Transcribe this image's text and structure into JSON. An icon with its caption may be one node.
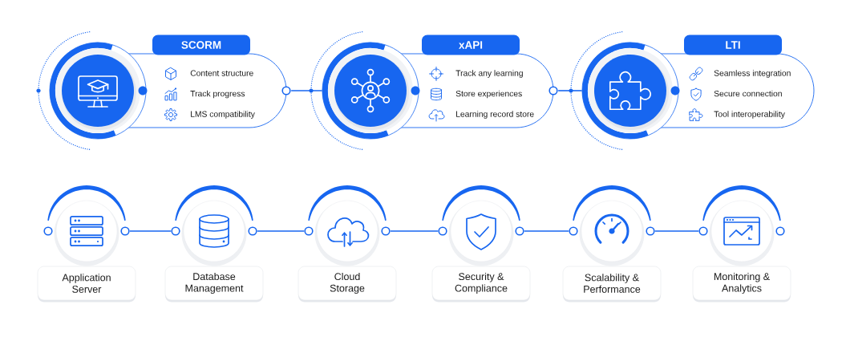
{
  "diagram": {
    "nodes": [
      {
        "text": [],
        "shape": "circle"
      },
      {
        "text": [
          "SCORM",
          "Content structure",
          "Track progress",
          "LMS compatibility"
        ]
      },
      {
        "text": [],
        "shape": "circle"
      },
      {
        "text": [
          "xAPI",
          "Track any learning",
          "Store experiences",
          "Learning record store"
        ]
      },
      {
        "text": [],
        "shape": "circle"
      },
      {
        "text": [
          "LTI",
          "Seamless integration",
          "Secure connection",
          "Tool interoperability"
        ]
      },
      {
        "text": [],
        "shape": "circle"
      },
      {
        "text": [
          "Application Server"
        ]
      },
      {
        "text": [],
        "shape": "circle"
      },
      {
        "text": [
          "Database Management"
        ]
      },
      {
        "text": [],
        "shape": "circle"
      },
      {
        "text": [
          "Cloud Storage"
        ]
      },
      {
        "text": [],
        "shape": "circle"
      },
      {
        "text": [
          "Security & Compliance"
        ]
      },
      {
        "text": [],
        "shape": "circle"
      },
      {
        "text": [
          "Scalability & Performance"
        ]
      },
      {
        "text": [],
        "shape": "circle"
      },
      {
        "text": [
          "Monitoring & Analytics"
        ]
      }
    ],
    "edges": [
      {
        "from": 1,
        "to": 2,
        "arrow": "none"
      },
      {
        "from": 3,
        "to": 4,
        "arrow": "none"
      },
      {
        "from": 6,
        "to": 8,
        "arrow": "none"
      },
      {
        "from": 8,
        "to": 10,
        "arrow": "none"
      },
      {
        "from": 10,
        "to": 12,
        "arrow": "none"
      },
      {
        "from": 12,
        "to": 14,
        "arrow": "none"
      },
      {
        "from": 14,
        "to": 16,
        "arrow": "none"
      }
    ]
  }
}
